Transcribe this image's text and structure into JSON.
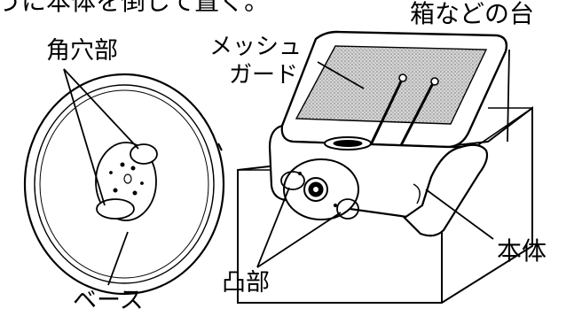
{
  "figure": {
    "top_text": "うに本体を倒して置く。",
    "labels": {
      "square_holes": "角穴部",
      "mesh_guard_line1": "メッシュ",
      "mesh_guard_line2": "ガード",
      "stand": "箱などの台",
      "main_body": "本体",
      "protrusions": "凸部",
      "base": "ベース"
    }
  }
}
